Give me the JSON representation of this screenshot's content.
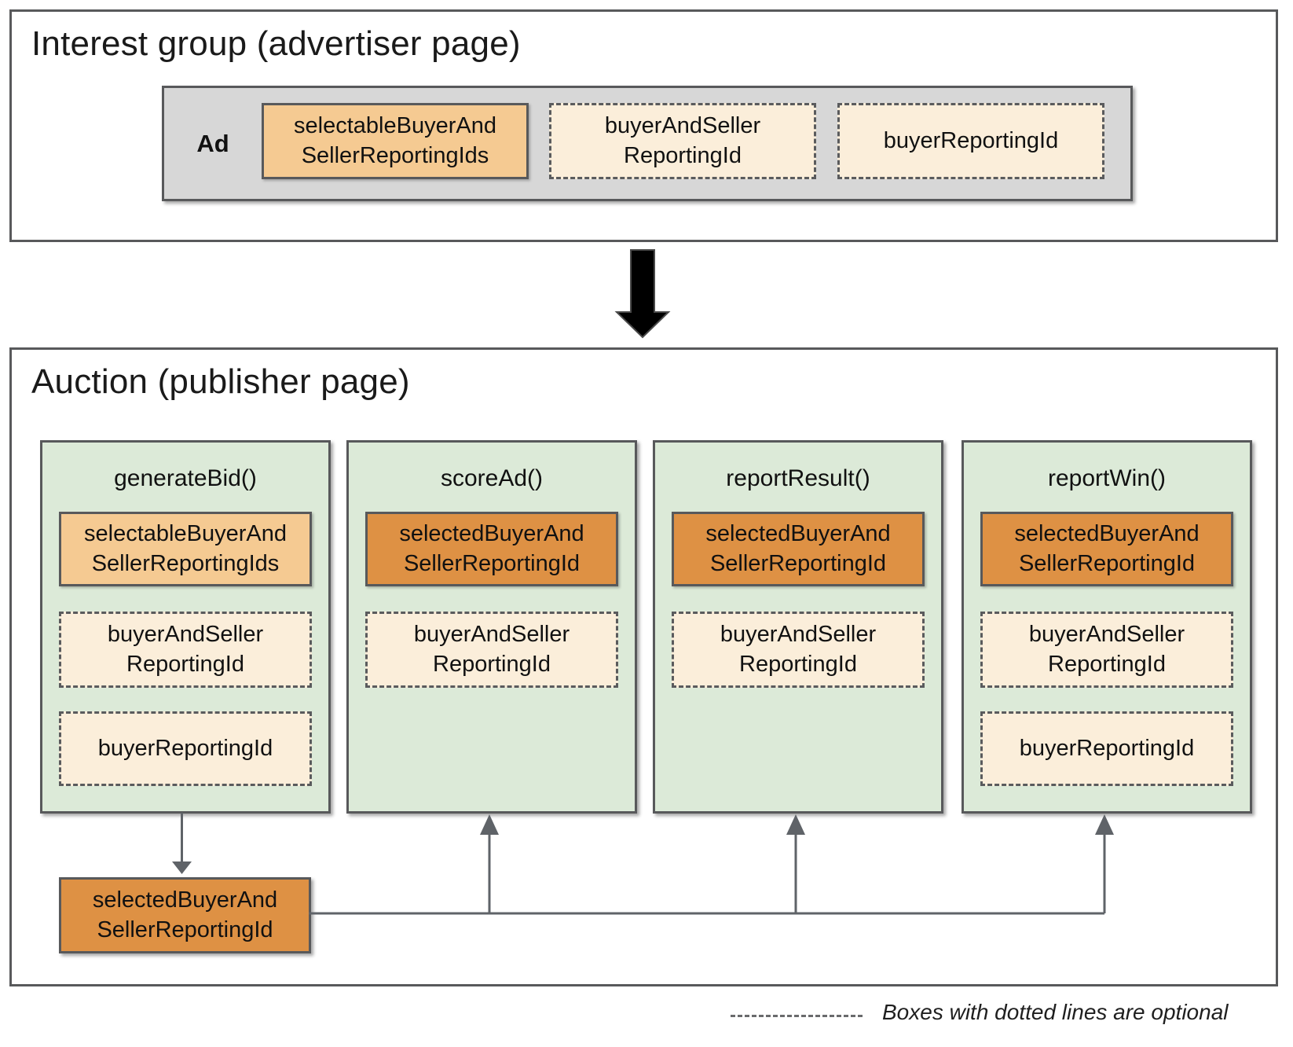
{
  "interest_group": {
    "title": "Interest group (advertiser page)",
    "ad_label": "Ad",
    "boxes": [
      {
        "label": "selectableBuyerAnd\nSellerReportingIds",
        "optional": false
      },
      {
        "label": "buyerAndSeller\nReportingId",
        "optional": true
      },
      {
        "label": "buyerReportingId",
        "optional": true
      }
    ]
  },
  "auction": {
    "title": "Auction (publisher page)",
    "columns": [
      {
        "fn": "generateBid()",
        "boxes": [
          {
            "label": "selectableBuyerAnd\nSellerReportingIds",
            "optional": false
          },
          {
            "label": "buyerAndSeller\nReportingId",
            "optional": true
          },
          {
            "label": "buyerReportingId",
            "optional": true
          }
        ]
      },
      {
        "fn": "scoreAd()",
        "boxes": [
          {
            "label": "selectedBuyerAnd\nSellerReportingId",
            "optional": false
          },
          {
            "label": "buyerAndSeller\nReportingId",
            "optional": true
          }
        ]
      },
      {
        "fn": "reportResult()",
        "boxes": [
          {
            "label": "selectedBuyerAnd\nSellerReportingId",
            "optional": false
          },
          {
            "label": "buyerAndSeller\nReportingId",
            "optional": true
          }
        ]
      },
      {
        "fn": "reportWin()",
        "boxes": [
          {
            "label": "selectedBuyerAnd\nSellerReportingId",
            "optional": false
          },
          {
            "label": "buyerAndSeller\nReportingId",
            "optional": true
          },
          {
            "label": "buyerReportingId",
            "optional": true
          }
        ]
      }
    ],
    "selected_output_label": "selectedBuyerAnd\nSellerReportingId"
  },
  "legend": {
    "text": "Boxes with dotted lines are optional"
  },
  "colors": {
    "panel-border": "#58595b",
    "gray-fill": "#d7d7d7",
    "green-fill": "#dcead8",
    "light-orange": "#f5ca92",
    "dark-orange": "#de9144",
    "cream": "#fbeeda",
    "connector": "#5f6368",
    "text": "#111111"
  }
}
